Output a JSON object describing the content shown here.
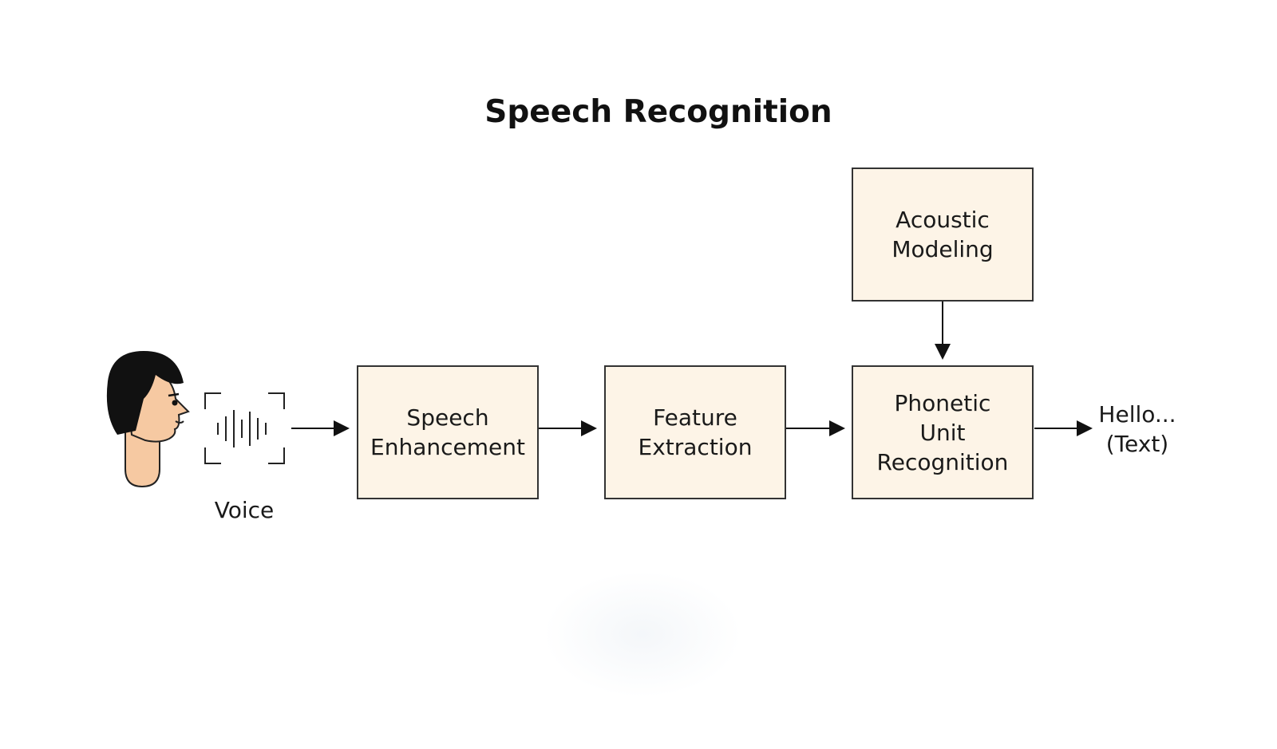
{
  "diagram": {
    "title": "Speech Recognition",
    "voice_label": "Voice",
    "nodes": {
      "speech_enhancement": "Speech\nEnhancement",
      "feature_extraction": "Feature\nExtraction",
      "acoustic_modeling": "Acoustic\nModeling",
      "phonetic_unit_recognition": "Phonetic\nUnit\nRecognition"
    },
    "output_label": "Hello...\n(Text)"
  },
  "colors": {
    "box_fill": "#fdf4e7",
    "box_border": "#333333",
    "skin": "#f6c9a2",
    "hair": "#111111"
  },
  "icons": [
    "speaker-head-icon",
    "voice-waveform-icon",
    "arrow-right-icon",
    "arrow-down-icon"
  ]
}
